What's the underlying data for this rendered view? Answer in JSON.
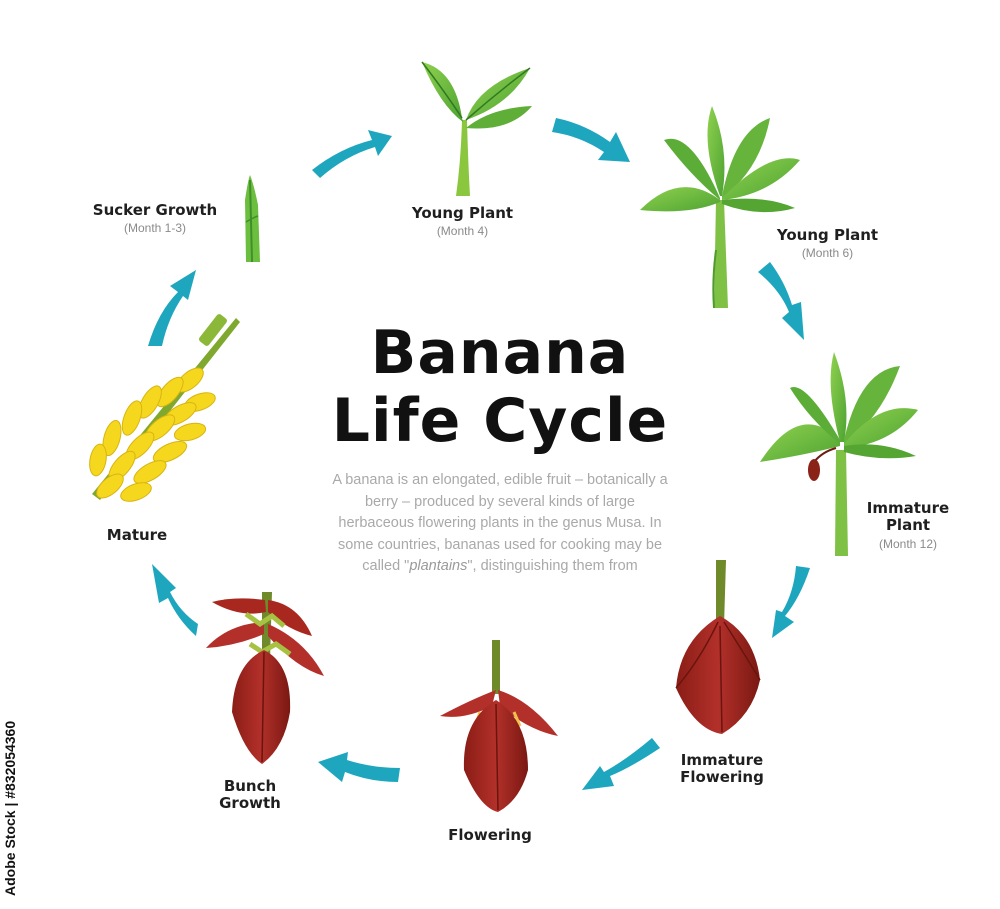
{
  "title": {
    "line1": "Banana",
    "line2": "Life Cycle"
  },
  "description": {
    "text": "A banana is an elongated, edible fruit – botanically a berry – produced by several kinds of large herbaceous flowering plants in the genus Musa. In some countries, bananas used for cooking may be called ",
    "italic": "plantains",
    "tail": "\", distinguishing them from"
  },
  "stages": [
    {
      "label": "Sucker Growth",
      "sub": "(Month 1-3)"
    },
    {
      "label": "Young Plant",
      "sub": "(Month 4)"
    },
    {
      "label": "Young Plant",
      "sub": "(Month 6)"
    },
    {
      "label": "Immature Plant",
      "label_line1": "Immature",
      "label_line2": "Plant",
      "sub": "(Month 12)"
    },
    {
      "label": "Immature Flowering",
      "label_line1": "Immature",
      "label_line2": "Flowering"
    },
    {
      "label": "Flowering"
    },
    {
      "label": "Bunch Growth",
      "label_line1": "Bunch",
      "label_line2": "Growth"
    },
    {
      "label": "Mature"
    }
  ],
  "stock_id": "Adobe Stock | #832054360",
  "colors": {
    "arrow": "#1fa6bf",
    "leaf": "#6cbf3e",
    "leaf_dark": "#3f8f2a",
    "flower": "#a8281f",
    "banana": "#f5d81e"
  }
}
